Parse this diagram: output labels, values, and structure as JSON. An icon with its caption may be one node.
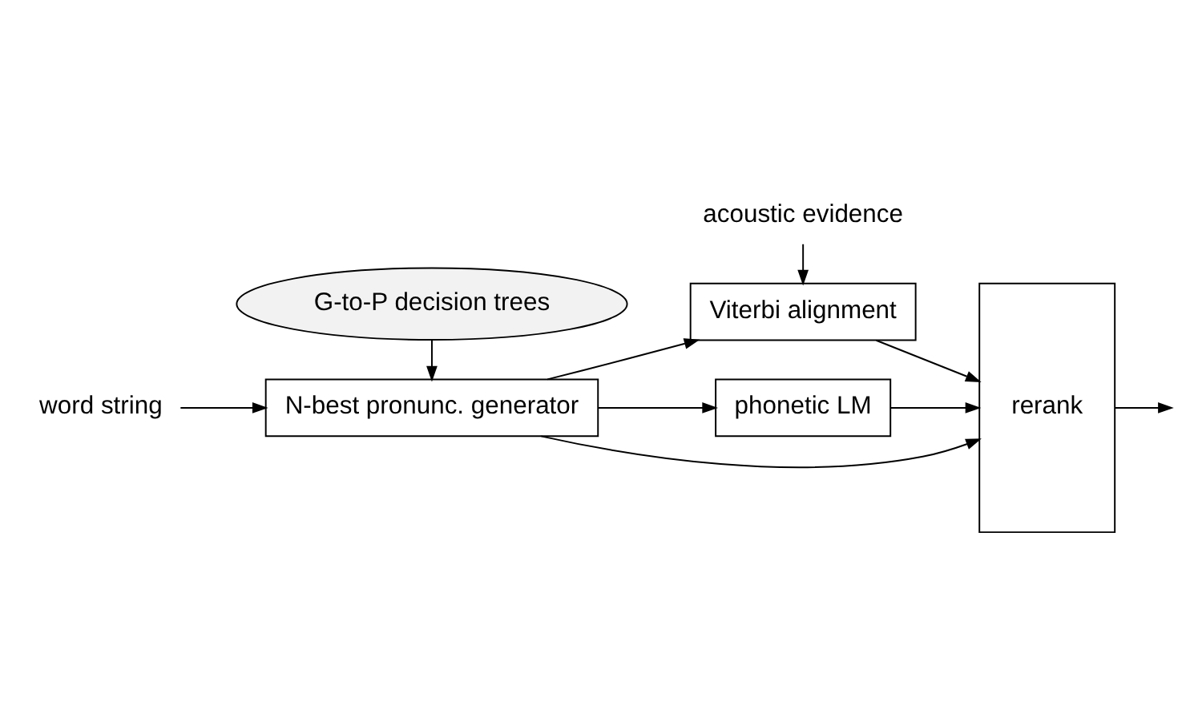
{
  "diagram": {
    "nodes": [
      {
        "text": [
          "G-to-P decision trees"
        ]
      },
      {
        "text": [
          "word string"
        ]
      },
      {
        "text": [
          "N-best pronunc. generator"
        ]
      },
      {
        "text": [
          "acoustic evidence"
        ]
      },
      {
        "text": [
          "Viterbi alignment"
        ]
      },
      {
        "text": [
          "phonetic LM"
        ]
      },
      {
        "text": [
          "rerank"
        ]
      }
    ],
    "edges": [
      {
        "from": 0,
        "to": 2,
        "arrow": "to"
      },
      {
        "from": 1,
        "to": 2,
        "arrow": "to"
      },
      {
        "from": 3,
        "to": 4,
        "arrow": "to"
      },
      {
        "from": 2,
        "to": 4,
        "arrow": "to"
      },
      {
        "from": 2,
        "to": 5,
        "arrow": "to"
      },
      {
        "from": 2,
        "to": 6,
        "arrow": "to"
      },
      {
        "from": 4,
        "to": 6,
        "arrow": "to"
      },
      {
        "from": 5,
        "to": 6,
        "arrow": "to"
      },
      {
        "from": 6,
        "to": null,
        "arrow": "to"
      }
    ]
  }
}
